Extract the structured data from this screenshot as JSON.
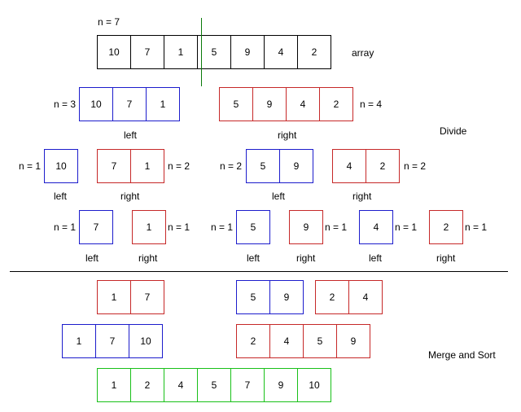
{
  "colors": {
    "black": "#000000",
    "blue": "#1c1ccc",
    "red": "#c62828",
    "green": "#18c018",
    "divider": "#000000",
    "split": "#0a7a0a"
  },
  "labels": {
    "top_n": "n = 7",
    "array": "array",
    "divide": "Divide",
    "merge_sort": "Merge and Sort",
    "left": "left",
    "right": "right"
  },
  "arrays": {
    "top": {
      "n": "",
      "cells": [
        "10",
        "7",
        "1",
        "5",
        "9",
        "4",
        "2"
      ]
    },
    "l1_left": {
      "n": "n = 3",
      "cells": [
        "10",
        "7",
        "1"
      ]
    },
    "l1_right": {
      "n": "n = 4",
      "cells": [
        "5",
        "9",
        "4",
        "2"
      ]
    },
    "l2_a": {
      "n": "n = 1",
      "cells": [
        "10"
      ]
    },
    "l2_b": {
      "n": "n = 2",
      "cells": [
        "7",
        "1"
      ]
    },
    "l2_c": {
      "n": "n = 2",
      "cells": [
        "5",
        "9"
      ]
    },
    "l2_d": {
      "n": "n = 2",
      "cells": [
        "4",
        "2"
      ]
    },
    "l3_a": {
      "n": "n = 1",
      "cells": [
        "7"
      ]
    },
    "l3_b": {
      "n": "n = 1",
      "cells": [
        "1"
      ]
    },
    "l3_c": {
      "n": "n = 1",
      "cells": [
        "5"
      ]
    },
    "l3_d": {
      "n": "n = 1",
      "cells": [
        "9"
      ]
    },
    "l3_e": {
      "n": "n = 1",
      "cells": [
        "4"
      ]
    },
    "l3_f": {
      "n": "n = 1",
      "cells": [
        "2"
      ]
    },
    "m1_a": {
      "cells": [
        "1",
        "7"
      ]
    },
    "m1_b": {
      "cells": [
        "5",
        "9"
      ]
    },
    "m1_c": {
      "cells": [
        "2",
        "4"
      ]
    },
    "m2_a": {
      "cells": [
        "1",
        "7",
        "10"
      ]
    },
    "m2_b": {
      "cells": [
        "2",
        "4",
        "5",
        "9"
      ]
    },
    "final": {
      "cells": [
        "1",
        "2",
        "4",
        "5",
        "7",
        "9",
        "10"
      ]
    }
  }
}
